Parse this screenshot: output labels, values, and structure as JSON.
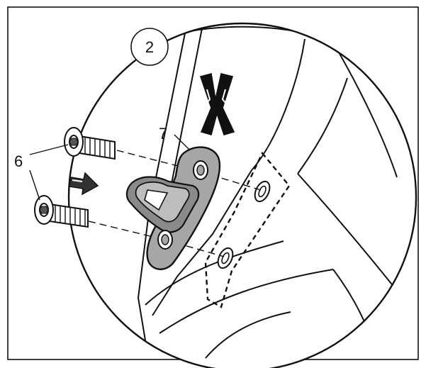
{
  "detail_marker": {
    "label": "2"
  },
  "callouts": {
    "screws": {
      "label": "6"
    },
    "striker_plate": {
      "label": "7"
    }
  },
  "icons": {
    "detail_marker": "circle-number-icon",
    "do_not_reuse": "crossed-arrows-icon",
    "install_direction": "arrow-right-icon"
  },
  "colors": {
    "line": "#111111",
    "part_fill": "#a6a6a6",
    "part_fill_dark": "#8a8a8a",
    "background": "#ffffff"
  }
}
